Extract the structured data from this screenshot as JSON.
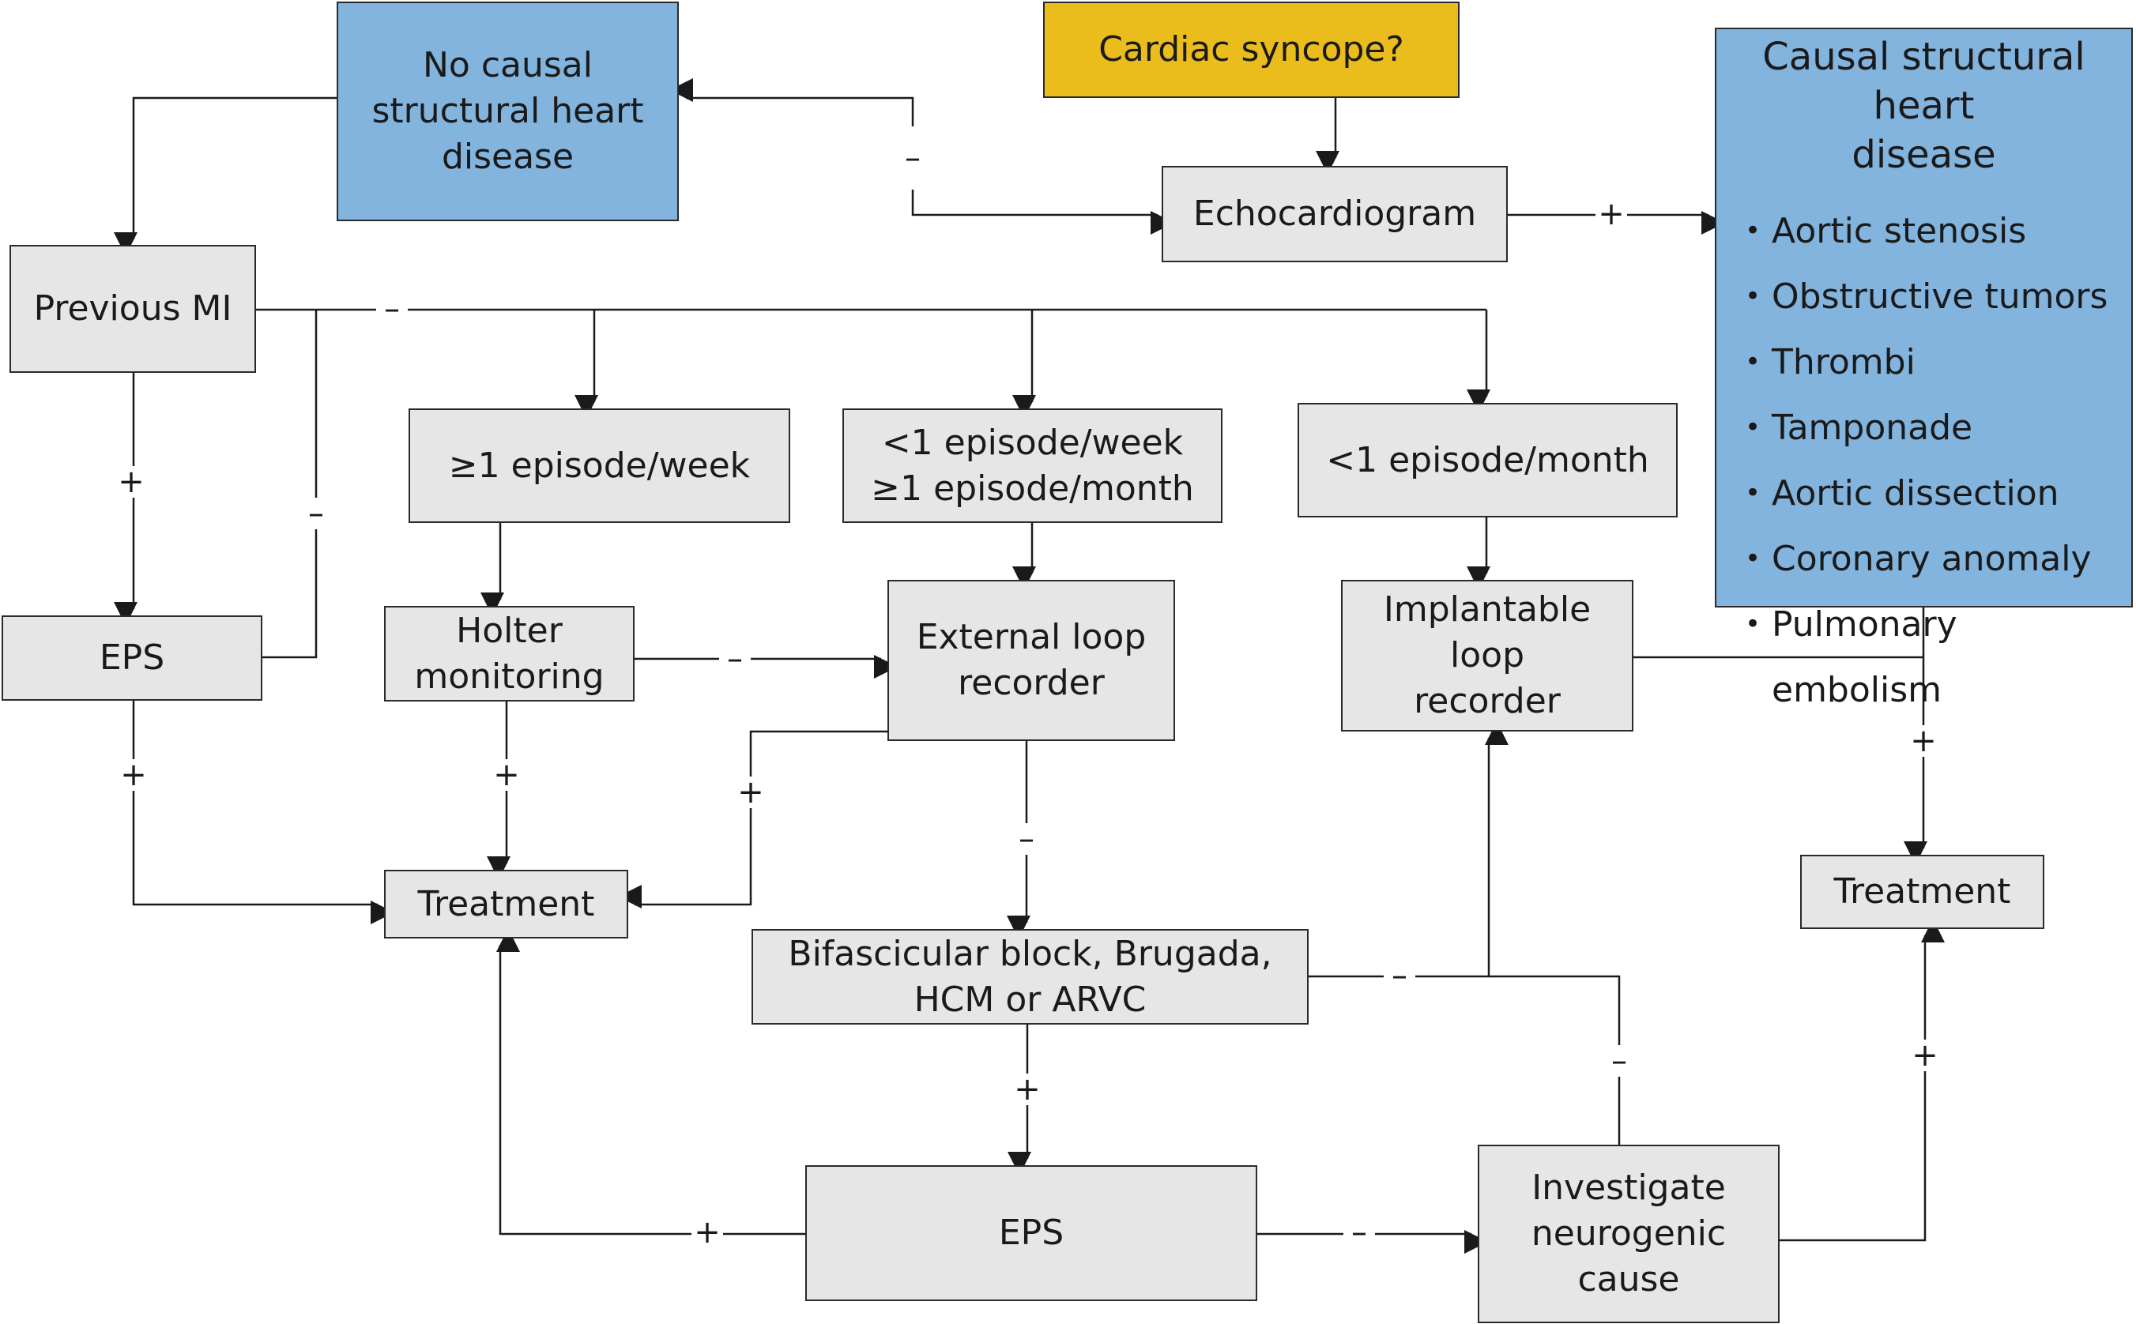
{
  "nodes": {
    "no_causal": "No causal\nstructural heart\ndisease",
    "cardiac_syncope": "Cardiac syncope?",
    "echocardiogram": "Echocardiogram",
    "causal_title": "Causal structural heart\ndisease",
    "causal_items": [
      "Aortic stenosis",
      "Obstructive tumors",
      "Thrombi",
      "Tamponade",
      "Aortic dissection",
      "Coronary anomaly",
      "Pulmonary embolism"
    ],
    "previous_mi": "Previous MI",
    "ge1_week": "≥1 episode/week",
    "lt1_week": "<1 episode/week\n≥1 episode/month",
    "lt1_month": "<1 episode/month",
    "eps_left": "EPS",
    "holter": "Holter\nmonitoring",
    "external_loop": "External loop\nrecorder",
    "implantable_loop": "Implantable loop\nrecorder",
    "treatment_left": "Treatment",
    "treatment_right": "Treatment",
    "bifascicular": "Bifascicular block, Brugada,\nHCM or ARVC",
    "eps_bottom": "EPS",
    "neurogenic": "Investigate\nneurogenic\ncause"
  },
  "signs": {
    "plus": "+",
    "minus": "–"
  }
}
